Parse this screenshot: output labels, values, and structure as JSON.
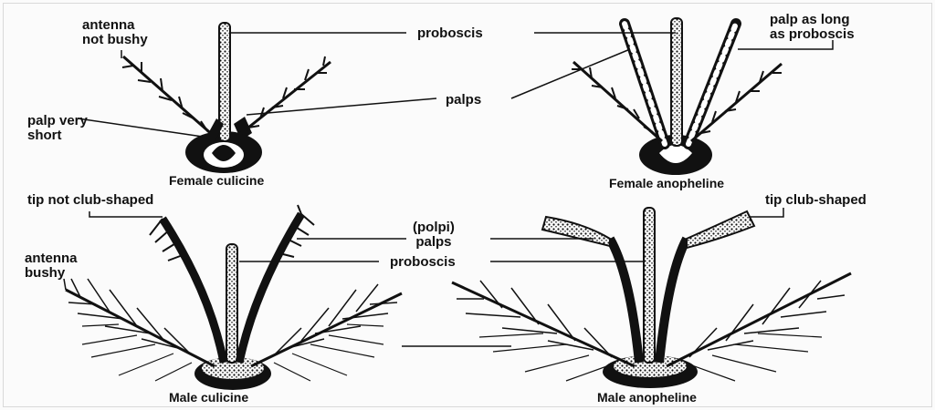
{
  "labels": {
    "antenna_not_bushy": [
      "antenna",
      "not bushy"
    ],
    "proboscis_top": "proboscis",
    "palp_as_long": [
      "palp as long",
      "as proboscis"
    ],
    "palps_top": "palps",
    "palp_very_short": [
      "palp very",
      "short"
    ],
    "tip_not_club": "tip not club-shaped",
    "tip_club": "tip club-shaped",
    "polpi_palps": [
      "(polpi)",
      "palps"
    ],
    "antenna_bushy": [
      "antenna",
      "bushy"
    ],
    "proboscis_bottom": "proboscis"
  },
  "captions": {
    "female_culicine": "Female culicine",
    "female_anopheline": "Female anopheline",
    "male_culicine": "Male culicine",
    "male_anopheline": "Male anopheline"
  },
  "colors": {
    "ink": "#111111",
    "paper": "#fbfbfb"
  }
}
